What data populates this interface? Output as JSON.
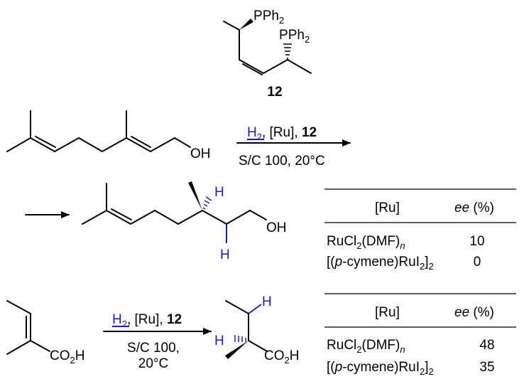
{
  "ligand": {
    "group_top": "PPh2",
    "group_bottom": "PPh2",
    "compound_number": "12"
  },
  "reaction1": {
    "reagent_h2": "H2",
    "reagent_ru": ", [Ru], ",
    "reagent_ligand": "12",
    "conditions": "S/C 100, 20°C",
    "substrate_label": "OH",
    "product_label": "OH",
    "product_h_top": "H",
    "product_h_bottom": "H"
  },
  "table1": {
    "header_ru": "[Ru]",
    "header_ee": "ee",
    "header_ee_unit": " (%)",
    "rows": [
      {
        "catalyst": "RuCl2(DMF)n",
        "ee": "10"
      },
      {
        "catalyst": "[(p-cymene)RuI2]2",
        "ee": "0"
      }
    ]
  },
  "reaction2": {
    "reagent_h2": "H2",
    "reagent_ru": ", [Ru], ",
    "reagent_ligand": "12",
    "conditions_line1": "S/C 100,",
    "conditions_line2": "20°C",
    "substrate_label": "CO2H",
    "product_label": "CO2H",
    "product_h_top": "H",
    "product_h_left": "H"
  },
  "table2": {
    "header_ru": "[Ru]",
    "header_ee": "ee",
    "header_ee_unit": " (%)",
    "rows": [
      {
        "catalyst": "RuCl2(DMF)n",
        "ee": "48"
      },
      {
        "catalyst": "[(p-cymene)RuI2]2",
        "ee": "35"
      }
    ]
  }
}
